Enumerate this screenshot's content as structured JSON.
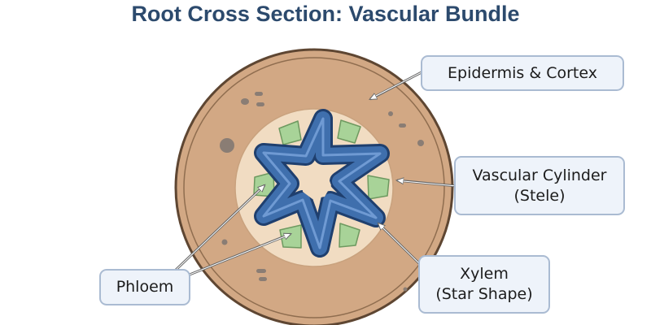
{
  "title": "Root Cross Section: Vascular Bundle",
  "labels": {
    "epidermis_cortex": "Epidermis & Cortex",
    "vascular_cylinder": {
      "line1": "Vascular Cylinder",
      "line2": "(Stele)"
    },
    "phloem": "Phloem",
    "xylem": {
      "line1": "Xylem",
      "line2": "(Star Shape)"
    }
  },
  "colors": {
    "title": "#2c4a6d",
    "cortex": "#d2a884",
    "stele": "#f1dcc2",
    "xylem": "#3f6fad",
    "phloem": "#a8d398",
    "label_fill": "#eef3fa",
    "label_border": "#aabbd2"
  }
}
